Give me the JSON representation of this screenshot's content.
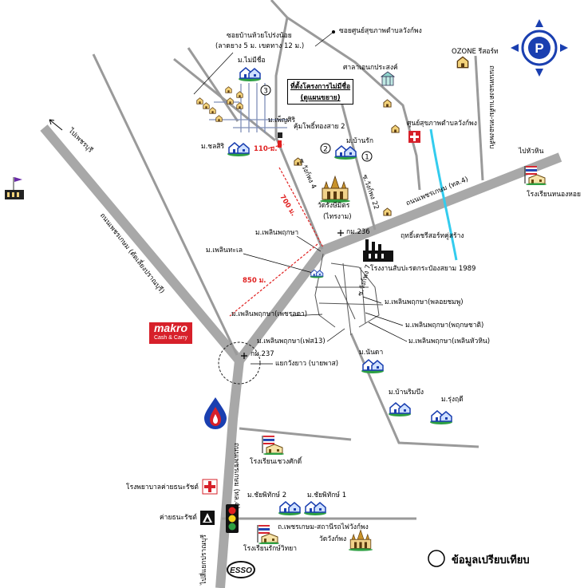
{
  "roads": {
    "soi_health_center": "ซอยศูนย์สุขภาพตำบลวังก์พง",
    "soi_huai_prong": "ซอยบ้านห้วยโปร่งน้อย",
    "soi_huai_prong_spec": "(ลาดยาง 5 ม. เขตทาง 12 ม.)",
    "to_phetchaburi": "ไปเพชรบุรี",
    "to_huahin": "ไปหัวหิน",
    "side_road_right": "ถนนหนองตาแต้ม-หนองพลับ",
    "phetkasem_upper": "ถนนเพชรเกษม (ทล.4)",
    "phetkasem_bypass": "ถนนเพชรเกษม (ตัดเลี่ยงปราณบุรี)",
    "phetkasem_lower": "ถนนเพชรเกษม (ทล.4)",
    "soi_4": "ซ.วังก์พง 4",
    "soi_22": "ซ.วังก์พง 22",
    "soi_7": "ซ.วังก์พง 7",
    "station_road": "ถ.เพชรเกษม-สถานีรถไฟวังก์พง",
    "to_pranburi": "ไปสี่แยกปราณบุรี",
    "km236": "กม.236",
    "km237": "กม.237",
    "junction": "แยกวังยาว (บายพาส)"
  },
  "project": {
    "title": "ที่ตั้งโครงการไม่มีชื่อ",
    "note": "(ดูแผนขยาย)"
  },
  "villages": {
    "mai_mi_chue": "ม.ไม่มีชื่อ",
    "phen_siri": "ม.เพ็ญศิริ",
    "khum_pho_thong": "คุ้มโพธิ์ทองสาย 2",
    "chon_siri": "ม.ชลสิริ",
    "ban_rak": "ม.บ้านรัก",
    "ploen_pruksa": "ม.เพลินพฤกษา",
    "ploen_thale": "ม.เพลินทะเล",
    "ploen_ploy_chomphu": "ม.เพลินพฤกษา(พลอยชมพู)",
    "ploen_phet_lada": "ม.เพลินพฤกษา(เพชรลดา)",
    "ploen_pruksachat": "ม.เพลินพฤกษา(พฤกษชาติ)",
    "ploen_huahin": "ม.เพลินพฤกษา(เพลินหัวหิน)",
    "ploen_phase13": "ม.เพลินพฤกษา(เฟส13)",
    "nanda": "ม.นันดา",
    "ban_rim_bueng": "ม.บ้านริมบึง",
    "rung_rudee": "ม.รุ่งฤดี",
    "chaiyaphithak_2": "ม.ชัยพิทักษ์ 2",
    "chaiyaphithak_1": "ม.ชัยพิทักษ์ 1"
  },
  "places": {
    "sala": "ศาลาเอนกประสงค์",
    "ozone": "OZONE รีสอร์ท",
    "health_center": "ศูนย์สุขภาพตำบลวังก์พง",
    "school_nong_hoi": "โรงเรียนหนองหอย",
    "temple_rangsi": "วัดรังษีมิตร",
    "temple_rangsi_alias": "(ไทรงาม)",
    "ritdet_resort": "ฤทธิ์เดชรีสอร์ทคู่สร้าง",
    "pineapple_factory": "โรงงานสับปะรดกระป๋องสยาม 1989",
    "school_chawengsak": "โรงเรียนเชวงศักดิ์",
    "hospital_camp": "โรงพยาบาลค่ายธนะรัชต์",
    "camp": "ค่ายธนะรัชต์",
    "school_rakwitthaya": "โรงเรียนรักษ์วิทยา",
    "temple_wang_phong": "วัดวังก์พง"
  },
  "distances": {
    "d110": "110 ม.",
    "d700": "700 ม.",
    "d850": "850 ม."
  },
  "markers": {
    "m1": "1",
    "m2": "2",
    "m3": "3"
  },
  "logos": {
    "makro": "makro",
    "makro_sub": "Cash & Carry",
    "esso": "ESSO",
    "compass_letter": "P"
  },
  "legend": {
    "label": "ข้อมูลเปรียบเทียบ"
  },
  "icons": {
    "village": "house-icon",
    "shop": "small-house-icon",
    "school": "school-flag-icon",
    "temple": "temple-icon",
    "hospital": "hospital-cross-icon",
    "factory": "factory-icon",
    "fuel": "ptt-fuel-icon",
    "signal": "traffic-light-icon",
    "camp": "camp-triangle-icon",
    "north": "compass-icon"
  },
  "colors": {
    "main_road": "#a8a8a8",
    "minor_road": "#9a9a9a",
    "river": "#33ccee",
    "distance": "#e02020",
    "house": "#1a3fb0",
    "makro": "#d7202a",
    "compass": "#1a3fb0"
  }
}
